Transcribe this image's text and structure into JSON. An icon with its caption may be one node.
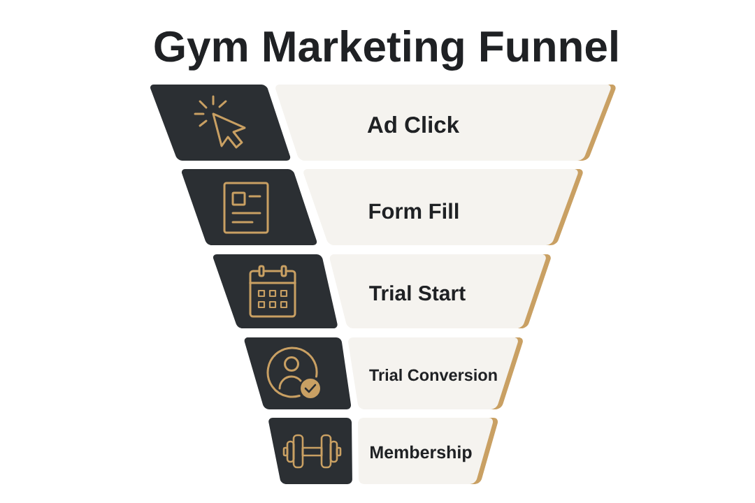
{
  "diagram": {
    "title": "Gym Marketing Funnel",
    "nodes": [
      {
        "text": [
          "Ad Click"
        ]
      },
      {
        "text": [
          "Form Fill"
        ]
      },
      {
        "text": [
          "Trial Start"
        ]
      },
      {
        "text": [
          "Trial Conversion"
        ]
      },
      {
        "text": [
          "Membership"
        ]
      }
    ]
  }
}
